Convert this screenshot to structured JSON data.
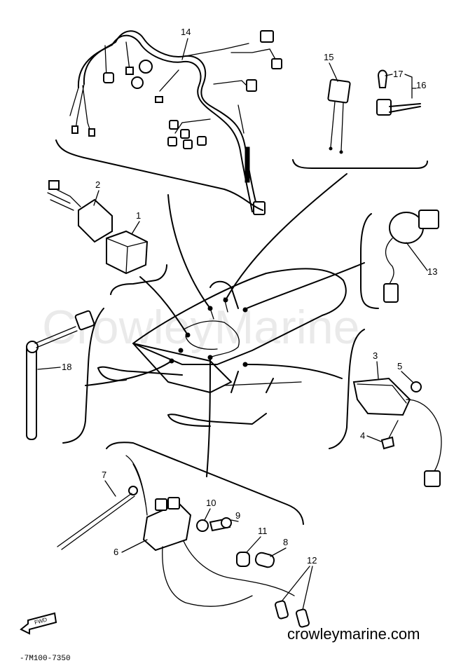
{
  "watermark": "CrowleyMarine",
  "site_url": "crowleymarine.com",
  "drawing_code": "-7M100-7350",
  "forward_label": "FWD",
  "parts": {
    "p1": "1",
    "p2": "2",
    "p3": "3",
    "p4": "4",
    "p5": "5",
    "p6": "6",
    "p7": "7",
    "p8": "8",
    "p9": "9",
    "p10": "10",
    "p11": "11",
    "p12": "12",
    "p13": "13",
    "p14": "14",
    "p15": "15",
    "p16": "16",
    "p17": "17",
    "p18": "18"
  }
}
